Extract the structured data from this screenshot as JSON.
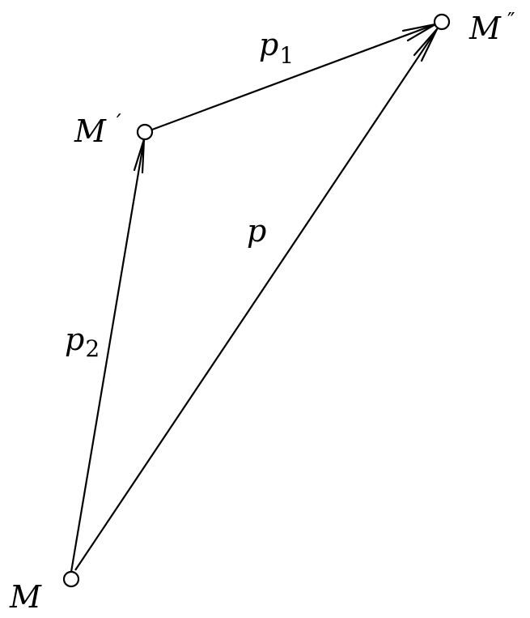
{
  "points": {
    "M": {
      "label": "M",
      "prime": ""
    },
    "M_prime": {
      "label": "M",
      "prime": "´"
    },
    "M_double_prime": {
      "label": "M",
      "prime": "″"
    }
  },
  "vectors": {
    "p": {
      "label": "p",
      "subscript": ""
    },
    "p1": {
      "label": "p",
      "subscript": "1"
    },
    "p2": {
      "label": "p",
      "subscript": "2"
    }
  },
  "colors": {
    "stroke": "#000000",
    "background": "#ffffff"
  }
}
